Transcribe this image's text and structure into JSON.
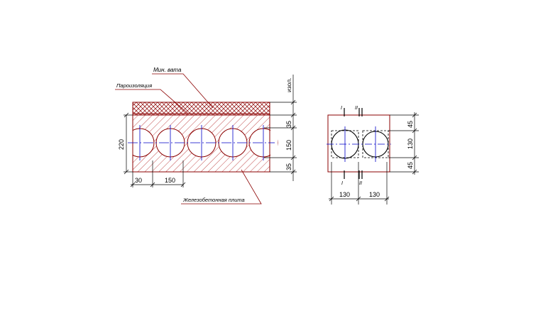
{
  "labels": {
    "mineral_wool": "Мин. вата",
    "vapor_barrier": "Пароизоляция",
    "insulation": "изол.",
    "slab": "Железобетонная плита"
  },
  "dimensions_main": {
    "total_height": "220",
    "edge_offset": "30",
    "hole_spacing": "150",
    "top_rib": "35",
    "hole_zone": "150",
    "bottom_rib": "35"
  },
  "dimensions_section": {
    "left_width": "130",
    "right_width": "130",
    "top_rib": "45",
    "hole_zone": "130",
    "bottom_rib": "45",
    "mark_one": "I",
    "mark_two": "II"
  },
  "colors": {
    "outline": "#8b0000",
    "axis": "#0000c8",
    "dimension": "#000000"
  }
}
